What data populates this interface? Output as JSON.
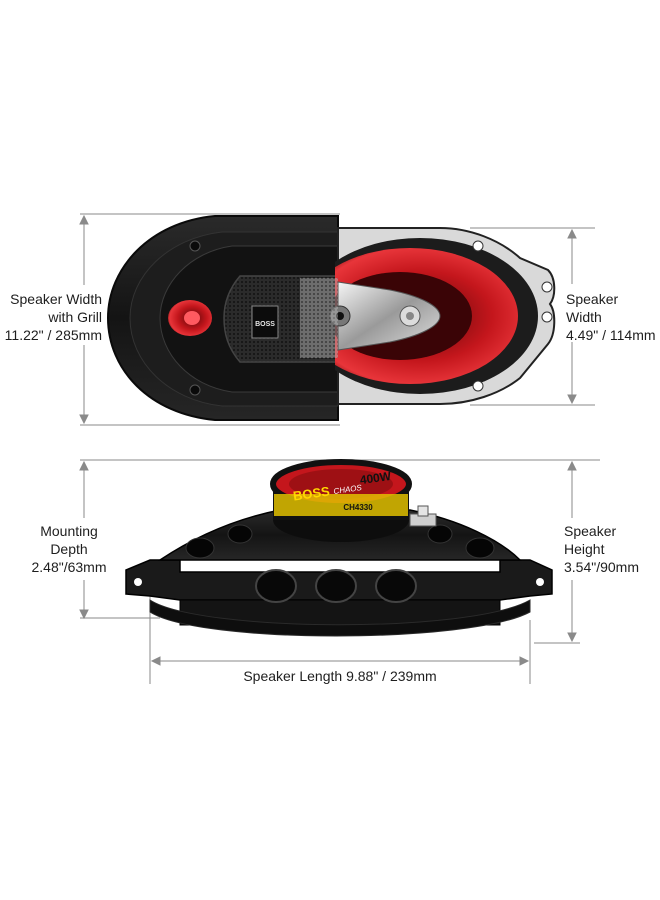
{
  "top_view": {
    "left_label": {
      "line1": "Speaker Width",
      "line2": "with Grill",
      "line3": "11.22\" / 285mm"
    },
    "right_label": {
      "line1": "Speaker",
      "line2": "Width",
      "line3": "4.49\" / 114mm"
    },
    "badge_text": "BOSS"
  },
  "side_view": {
    "left_label": {
      "line1": "Mounting",
      "line2": "Depth",
      "line3": "2.48\"/63mm"
    },
    "right_label": {
      "line1": "Speaker",
      "line2": "Height",
      "line3": "3.54\"/90mm"
    },
    "bottom_label": "Speaker Length 9.88\" / 239mm",
    "magnet_text": {
      "brand": "BOSS",
      "series": "CHAOS",
      "power": "400W",
      "model": "CH4330"
    }
  },
  "colors": {
    "accent_red": "#c4161c",
    "dim_line": "#8a8a8a",
    "body_black": "#151515"
  }
}
